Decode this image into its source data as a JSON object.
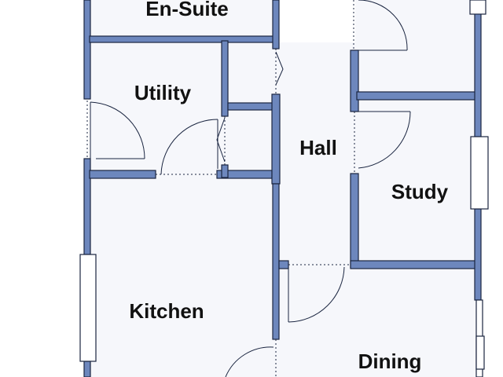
{
  "plan": {
    "rooms": {
      "ensuite": "En-Suite",
      "utility": "Utility",
      "hall": "Hall",
      "study": "Study",
      "kitchen": "Kitchen",
      "dining": "Dining"
    },
    "colors": {
      "wall": "#6d87bd",
      "wall_outline": "#1a2540",
      "floor": "#f6f7fb",
      "background": "#ffffff"
    }
  }
}
